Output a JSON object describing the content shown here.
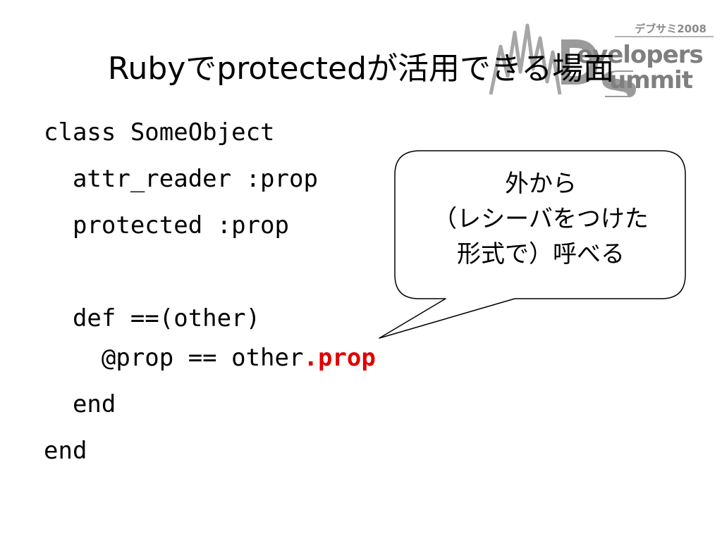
{
  "slide": {
    "title": "Rubyでprotectedが活用できる場面"
  },
  "logo": {
    "tagline": "デブサミ2008",
    "developers": "evelopers",
    "summit": "ummit",
    "accent_color": "#8a8a8a"
  },
  "code": {
    "lines": [
      "class SomeObject",
      "  attr_reader :prop",
      "  protected :prop",
      "",
      "  def ==(other)",
      "    @prop == other",
      "  end",
      "end"
    ],
    "highlight": ".prop",
    "highlight_color": "#e00000"
  },
  "callout": {
    "lines": [
      "外から",
      "（レシーバをつけた",
      "形式で）呼べる"
    ]
  }
}
